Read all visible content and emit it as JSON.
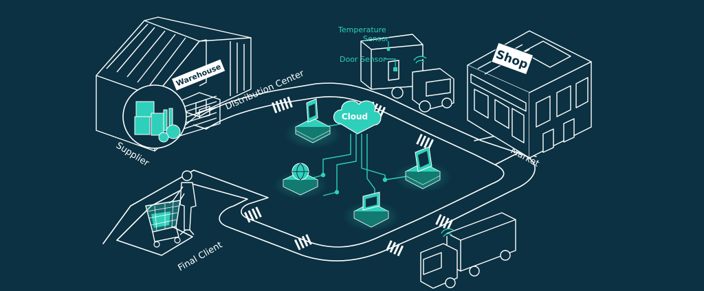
{
  "diagram": {
    "nodes": {
      "supplier": {
        "label": "Supplier"
      },
      "distribution_center": {
        "label": "Distribution Center"
      },
      "warehouse": {
        "sign": "Warehouse"
      },
      "market": {
        "label": "Market"
      },
      "shop": {
        "sign": "Shop"
      },
      "final_client": {
        "label": "Final Client"
      },
      "cloud": {
        "label": "Cloud"
      }
    },
    "sensors": {
      "temperature": "Temperature\nSensor",
      "temperature_line1": "Temperature",
      "temperature_line2": "Sensor",
      "door": "Door Sensor"
    },
    "colors": {
      "background": "#0b3142",
      "line": "#ffffff",
      "accent": "#2fd0bb",
      "accent_dark": "#127a70"
    },
    "icons": [
      "warehouse-icon",
      "shop-icon",
      "truck-icon",
      "cloud-icon",
      "phone-icon",
      "globe-icon",
      "tablet-icon",
      "laptop-icon",
      "shopping-cart-icon",
      "person-icon",
      "wifi-icon"
    ]
  }
}
